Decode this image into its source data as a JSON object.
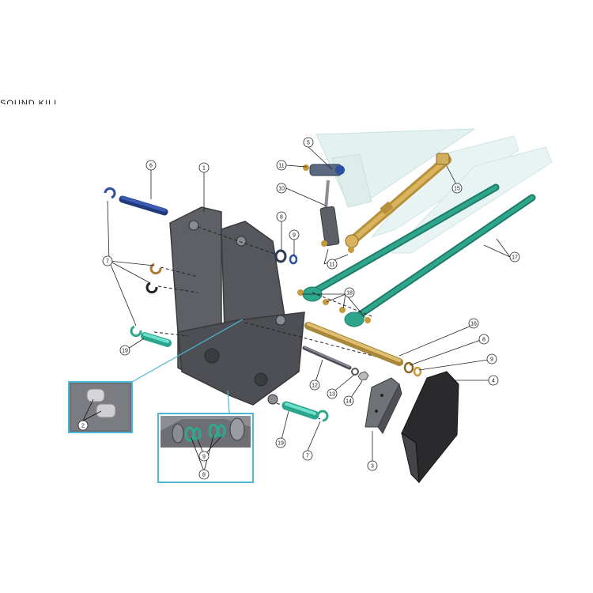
{
  "header": {
    "clipped_text": "SOUND KILL"
  },
  "colors": {
    "plate": "#595b60",
    "plate_dark": "#3f4145",
    "cylinder_gold": "#c9a24a",
    "arm_teal": "#2c9a83",
    "pin_blue": "#2e4fa0",
    "pin_teal": "#4ecbb5",
    "fender": "#2b2b2d",
    "inset_border": "#4cb8d6",
    "ghost": "#cde7e4"
  },
  "callouts": [
    {
      "id": "c1",
      "label": "1"
    },
    {
      "id": "c2",
      "label": "2"
    },
    {
      "id": "c3",
      "label": "3"
    },
    {
      "id": "c4",
      "label": "4"
    },
    {
      "id": "c5",
      "label": "5"
    },
    {
      "id": "c6",
      "label": "6"
    },
    {
      "id": "c7a",
      "label": "7"
    },
    {
      "id": "c7b",
      "label": "7"
    },
    {
      "id": "c8a",
      "label": "8"
    },
    {
      "id": "c8b",
      "label": "8"
    },
    {
      "id": "c8c",
      "label": "8"
    },
    {
      "id": "c9a",
      "label": "9"
    },
    {
      "id": "c9b",
      "label": "9"
    },
    {
      "id": "c9c",
      "label": "9"
    },
    {
      "id": "c10",
      "label": "10"
    },
    {
      "id": "c11a",
      "label": "11"
    },
    {
      "id": "c11b",
      "label": "11"
    },
    {
      "id": "c12",
      "label": "12"
    },
    {
      "id": "c13",
      "label": "13"
    },
    {
      "id": "c14",
      "label": "14"
    },
    {
      "id": "c15",
      "label": "15"
    },
    {
      "id": "c16",
      "label": "16"
    },
    {
      "id": "c17",
      "label": "17"
    },
    {
      "id": "c18",
      "label": "18"
    },
    {
      "id": "c19a",
      "label": "19"
    },
    {
      "id": "c19b",
      "label": "19"
    }
  ]
}
